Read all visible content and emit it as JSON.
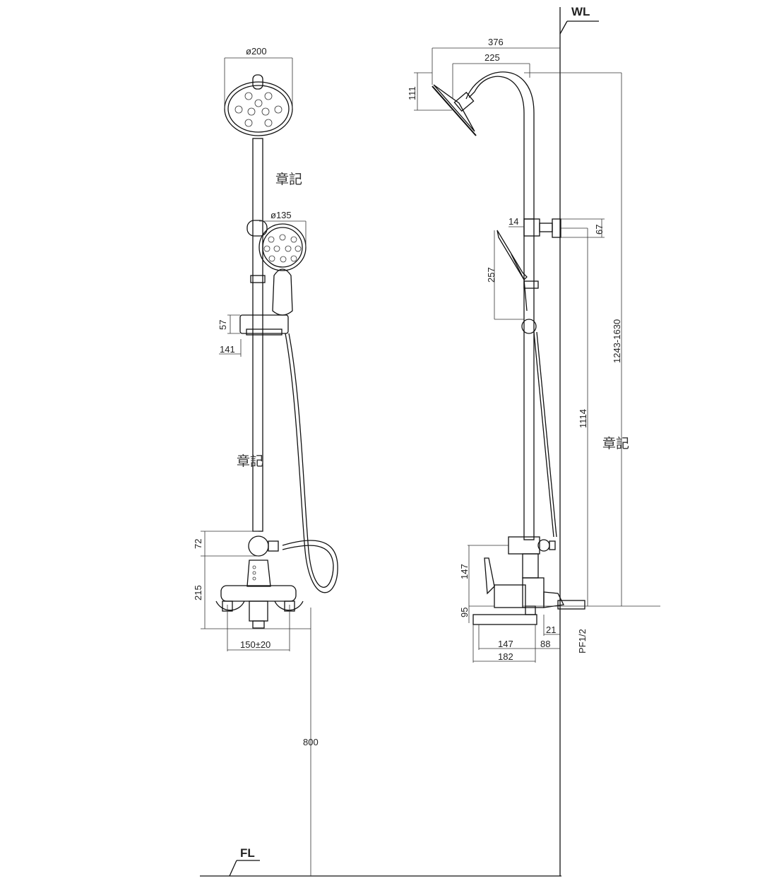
{
  "references": {
    "wall_line": "WL",
    "floor_line": "FL"
  },
  "marks": {
    "top_mark": "章記",
    "middle_mark": "章記",
    "side_mark": "章記"
  },
  "front_view": {
    "overhead_diameter": "ø200",
    "hand_diameter": "ø135",
    "holder_height": "57",
    "holder_offset": "141",
    "valve_height": "72",
    "mixer_height": "215",
    "inlet_spacing": "150±20",
    "mixer_to_floor": "800"
  },
  "side_view": {
    "arm_projection": "376",
    "head_projection": "225",
    "head_thickness": "111",
    "hand_width": "14",
    "hand_length": "257",
    "bracket_height": "67",
    "bar_length": "1114",
    "total_height": "1243-1630",
    "mixer_body": "147",
    "spout_height": "95",
    "inlet_offset": "21",
    "spout_length": "147",
    "wall_offset": "88",
    "total_depth": "182",
    "thread": "PF1/2"
  }
}
